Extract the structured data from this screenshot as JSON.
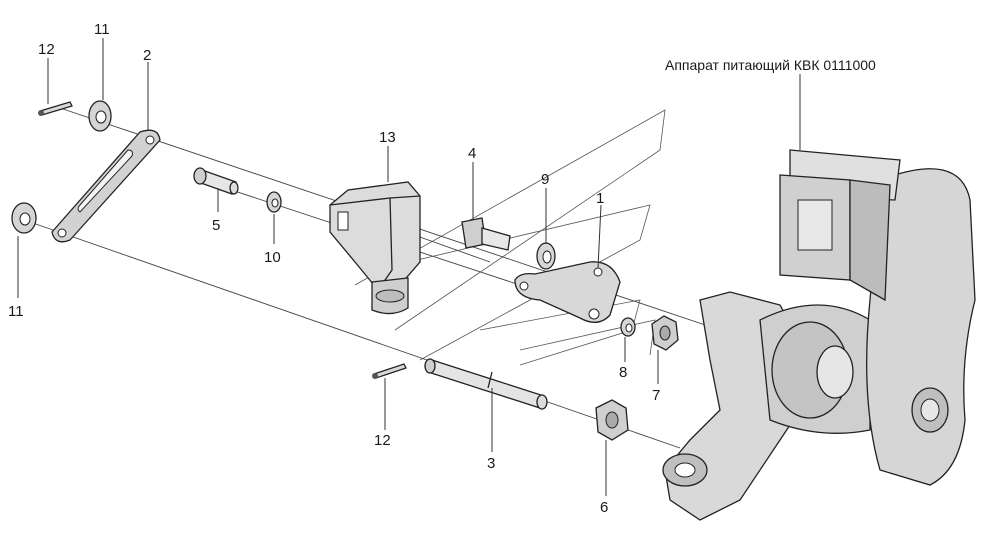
{
  "diagram": {
    "assembly_title": "Аппарат питающий КВК 0111000",
    "callouts": [
      {
        "id": "c12a",
        "label": "12"
      },
      {
        "id": "c11a",
        "label": "11"
      },
      {
        "id": "c2",
        "label": "2"
      },
      {
        "id": "c11b",
        "label": "11"
      },
      {
        "id": "c5",
        "label": "5"
      },
      {
        "id": "c10",
        "label": "10"
      },
      {
        "id": "c13",
        "label": "13"
      },
      {
        "id": "c4",
        "label": "4"
      },
      {
        "id": "c9",
        "label": "9"
      },
      {
        "id": "c1",
        "label": "1"
      },
      {
        "id": "c8",
        "label": "8"
      },
      {
        "id": "c7",
        "label": "7"
      },
      {
        "id": "c12b",
        "label": "12"
      },
      {
        "id": "c3",
        "label": "3"
      },
      {
        "id": "c6",
        "label": "6"
      }
    ]
  }
}
